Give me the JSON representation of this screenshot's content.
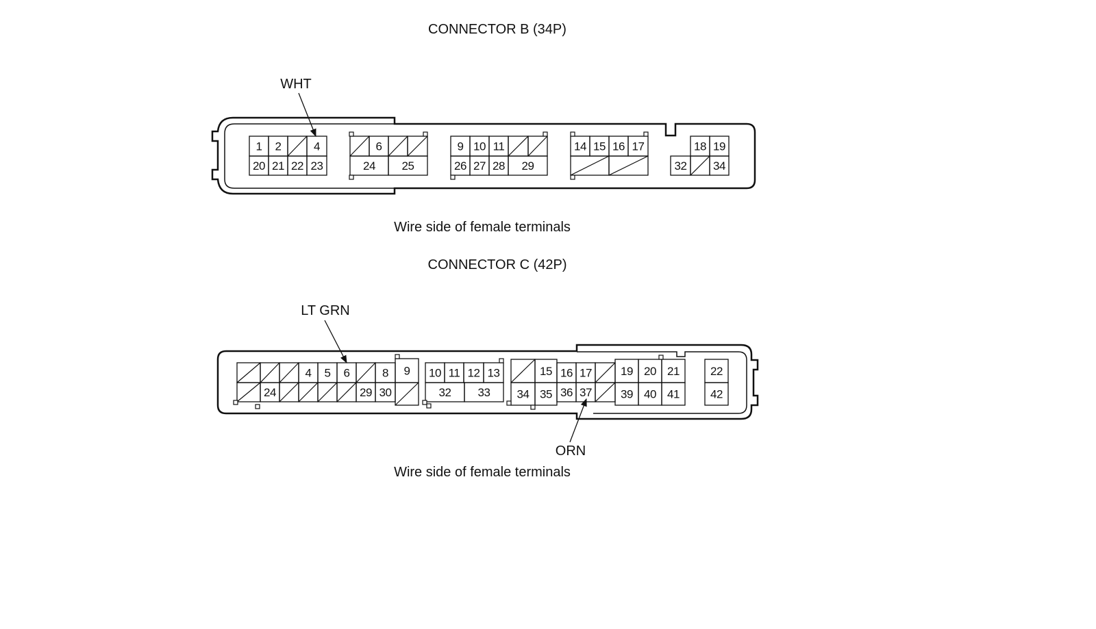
{
  "connector_b": {
    "title": "CONNECTOR B (34P)",
    "caption": "Wire side of female terminals",
    "callouts": [
      {
        "label": "WHT",
        "terminal": "4"
      }
    ],
    "blocks": [
      {
        "top": [
          "1",
          "2",
          "/",
          "4"
        ],
        "bottom": [
          "20",
          "21",
          "22",
          "23"
        ]
      },
      {
        "top": [
          "/",
          "6",
          "/",
          "/"
        ],
        "bottom": [
          "24",
          "25"
        ]
      },
      {
        "top": [
          "9",
          "10",
          "11",
          "/",
          "/"
        ],
        "bottom": [
          "26",
          "27",
          "28",
          "29"
        ]
      },
      {
        "top": [
          "14",
          "15",
          "16",
          "17"
        ],
        "bottom": [
          "/",
          "/"
        ]
      },
      {
        "top": [
          "",
          "18",
          "19"
        ],
        "bottom": [
          "32",
          "/",
          "34"
        ]
      }
    ]
  },
  "connector_c": {
    "title": "CONNECTOR C (42P)",
    "caption": "Wire side of female terminals",
    "callouts": [
      {
        "label": "LT GRN",
        "terminal": "6"
      },
      {
        "label": "ORN",
        "terminal": "37"
      }
    ],
    "blocks": [
      {
        "top": [
          "/",
          "/",
          "/",
          "4",
          "5",
          "6",
          "/",
          "8"
        ],
        "bottom": [
          "/",
          "24",
          "/",
          "/",
          "/",
          "/",
          "29",
          "30"
        ]
      },
      {
        "top": [
          "9"
        ],
        "bottom": [
          "/"
        ]
      },
      {
        "top": [
          "10",
          "11",
          "12",
          "13"
        ],
        "bottom": [
          "32",
          "33"
        ]
      },
      {
        "top": [
          "/",
          "15"
        ],
        "bottom": [
          "34",
          "35"
        ]
      },
      {
        "top": [
          "16",
          "17",
          "/"
        ],
        "bottom": [
          "36",
          "37",
          "/"
        ]
      },
      {
        "top": [
          "19",
          "20",
          "21"
        ],
        "bottom": [
          "39",
          "40",
          "41"
        ]
      },
      {
        "top": [
          "22"
        ],
        "bottom": [
          "42"
        ]
      }
    ]
  }
}
